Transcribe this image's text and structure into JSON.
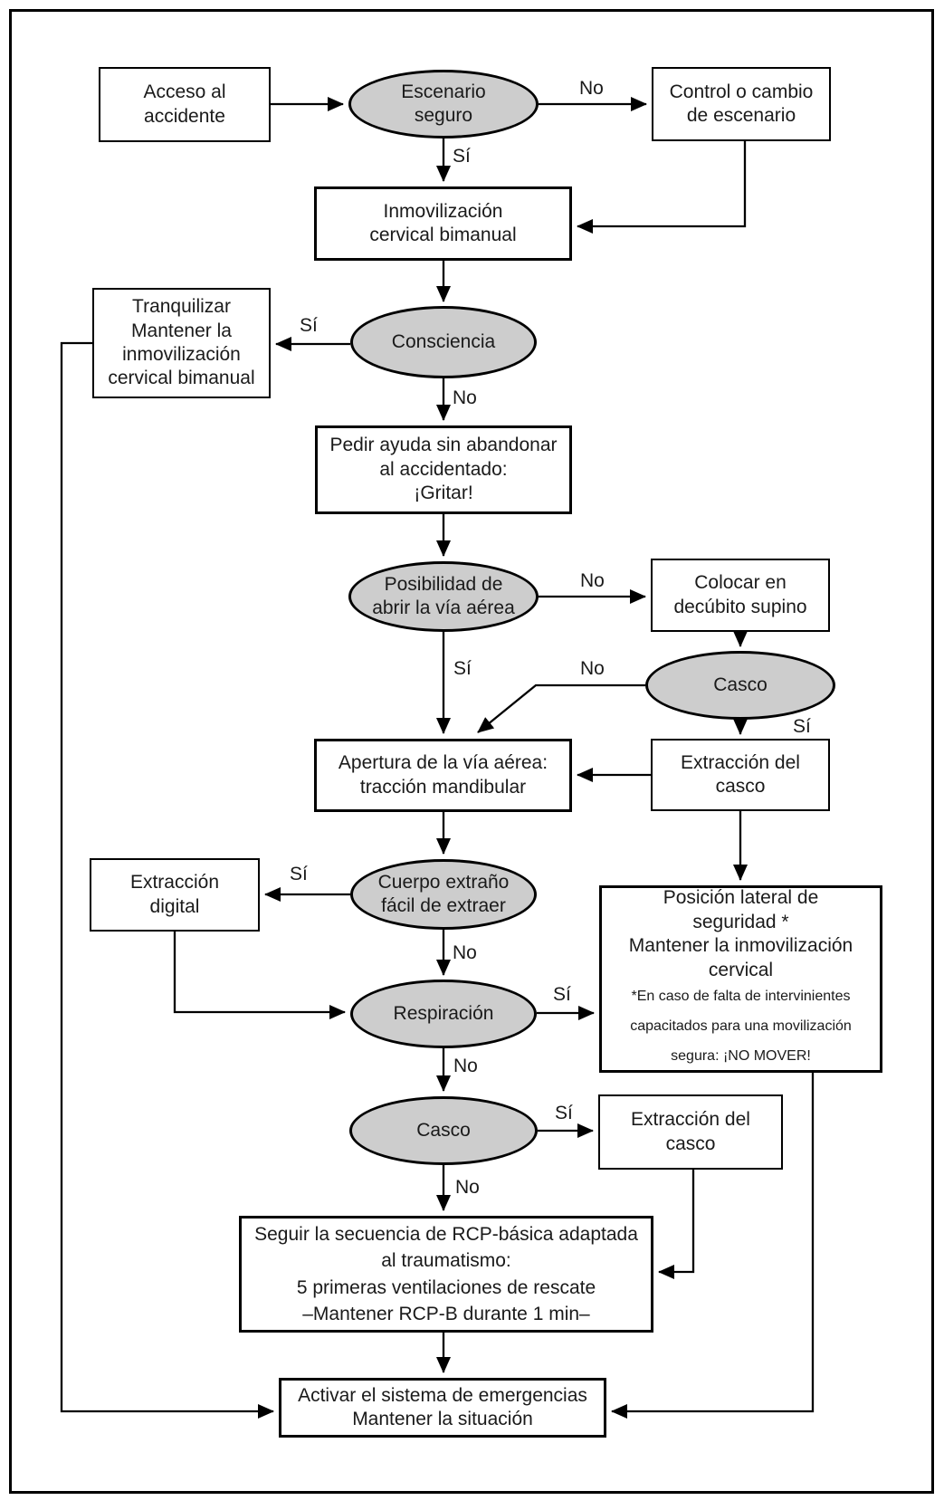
{
  "diagram": {
    "type": "flowchart",
    "language": "es",
    "colors": {
      "background": "#ffffff",
      "decision_fill": "#cdcdcd",
      "stroke": "#000000",
      "text": "#1a1a1a"
    },
    "nodes": {
      "acceso": {
        "label": "Acceso al\naccidente",
        "shape": "box"
      },
      "escenario": {
        "label": "Escenario\nseguro",
        "shape": "ellipse"
      },
      "control": {
        "label": "Control o cambio\nde escenario",
        "shape": "box"
      },
      "inmovilizacion": {
        "label": "Inmovilización\ncervical bimanual",
        "shape": "box"
      },
      "consciencia": {
        "label": "Consciencia",
        "shape": "ellipse"
      },
      "tranquilizar": {
        "label": "Tranquilizar\nMantener la\ninmovilización\ncervical bimanual",
        "shape": "box"
      },
      "pedir_ayuda": {
        "label": "Pedir ayuda sin abandonar\nal accidentado:\n¡Gritar!",
        "shape": "box"
      },
      "posibilidad": {
        "label": "Posibilidad de\nabrir la vía aérea",
        "shape": "ellipse"
      },
      "colocar": {
        "label": "Colocar en\ndecúbito supino",
        "shape": "box"
      },
      "casco1": {
        "label": "Casco",
        "shape": "ellipse"
      },
      "extraccion_casco1": {
        "label": "Extracción del\ncasco",
        "shape": "box"
      },
      "apertura": {
        "label": "Apertura de la vía aérea:\ntracción mandibular",
        "shape": "box"
      },
      "extraccion_digital": {
        "label": "Extracción\ndigital",
        "shape": "box"
      },
      "cuerpo_extrano": {
        "label": "Cuerpo extraño\nfácil de extraer",
        "shape": "ellipse"
      },
      "respiracion": {
        "label": "Respiración",
        "shape": "ellipse"
      },
      "posicion_lateral": {
        "label": "Posición lateral de\nseguridad *\nMantener la inmovilización\ncervical",
        "note": "*En caso de falta de intervinientes\ncapacitados para una movilización\nsegura: ¡NO MOVER!",
        "shape": "box"
      },
      "casco2": {
        "label": "Casco",
        "shape": "ellipse"
      },
      "extraccion_casco2": {
        "label": "Extracción del\ncasco",
        "shape": "box"
      },
      "rcp": {
        "label": "Seguir la secuencia de RCP-básica adaptada\nal traumatismo:\n5 primeras ventilaciones de rescate\n–Mantener RCP-B durante 1 min–",
        "shape": "box"
      },
      "activar": {
        "label": "Activar el sistema de emergencias\nMantener la situación",
        "shape": "box"
      }
    },
    "labels": {
      "escenario_no": "No",
      "escenario_si": "Sí",
      "consciencia_si": "Sí",
      "consciencia_no": "No",
      "posibilidad_no": "No",
      "posibilidad_si": "Sí",
      "casco1_no": "No",
      "casco1_si": "Sí",
      "cuerpo_si": "Sí",
      "cuerpo_no": "No",
      "respiracion_si": "Sí",
      "respiracion_no": "No",
      "casco2_si": "Sí",
      "casco2_no": "No"
    }
  }
}
